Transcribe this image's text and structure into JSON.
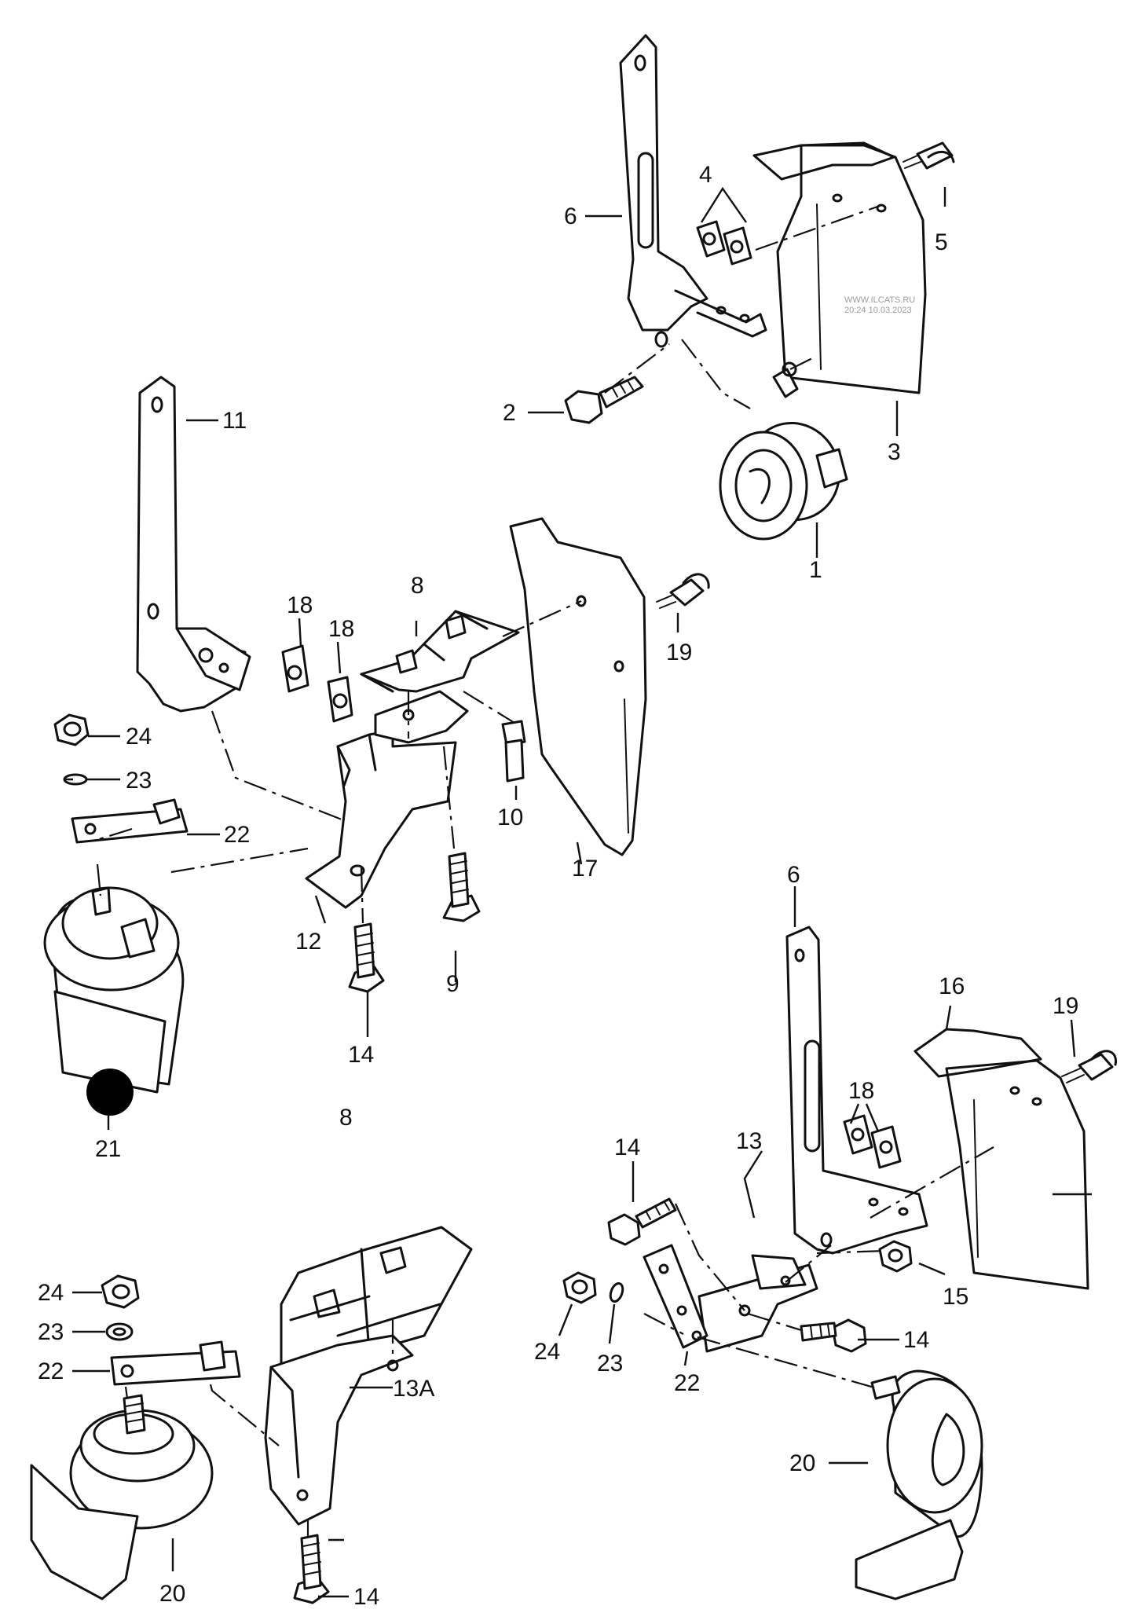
{
  "watermark": {
    "line1": "WWW.ILCATS.RU",
    "line2": "20:24 10.03.2023"
  },
  "callouts": [
    {
      "id": "c1",
      "text": "1"
    },
    {
      "id": "c2",
      "text": "2"
    },
    {
      "id": "c3",
      "text": "3"
    },
    {
      "id": "c4",
      "text": "4"
    },
    {
      "id": "c5",
      "text": "5"
    },
    {
      "id": "c6a",
      "text": "6"
    },
    {
      "id": "c6b",
      "text": "6"
    },
    {
      "id": "c8a",
      "text": "8"
    },
    {
      "id": "c8b",
      "text": "8"
    },
    {
      "id": "c9",
      "text": "9"
    },
    {
      "id": "c10",
      "text": "10"
    },
    {
      "id": "c11",
      "text": "11"
    },
    {
      "id": "c12",
      "text": "12"
    },
    {
      "id": "c13",
      "text": "13"
    },
    {
      "id": "c13a",
      "text": "13A"
    },
    {
      "id": "c14a",
      "text": "14"
    },
    {
      "id": "c14b",
      "text": "14"
    },
    {
      "id": "c14c",
      "text": "14"
    },
    {
      "id": "c14d",
      "text": "14"
    },
    {
      "id": "c14e",
      "text": "14"
    },
    {
      "id": "c15",
      "text": "15"
    },
    {
      "id": "c16",
      "text": "16"
    },
    {
      "id": "c17",
      "text": "17"
    },
    {
      "id": "c18a",
      "text": "18"
    },
    {
      "id": "c18b",
      "text": "18"
    },
    {
      "id": "c18c",
      "text": "18"
    },
    {
      "id": "c19a",
      "text": "19"
    },
    {
      "id": "c19b",
      "text": "19"
    },
    {
      "id": "c20a",
      "text": "20"
    },
    {
      "id": "c20b",
      "text": "20"
    },
    {
      "id": "c21",
      "text": "21"
    },
    {
      "id": "c22a",
      "text": "22"
    },
    {
      "id": "c22b",
      "text": "22"
    },
    {
      "id": "c22c",
      "text": "22"
    },
    {
      "id": "c23a",
      "text": "23"
    },
    {
      "id": "c23b",
      "text": "23"
    },
    {
      "id": "c23c",
      "text": "23"
    },
    {
      "id": "c24a",
      "text": "24"
    },
    {
      "id": "c24b",
      "text": "24"
    },
    {
      "id": "c24c",
      "text": "24"
    }
  ]
}
